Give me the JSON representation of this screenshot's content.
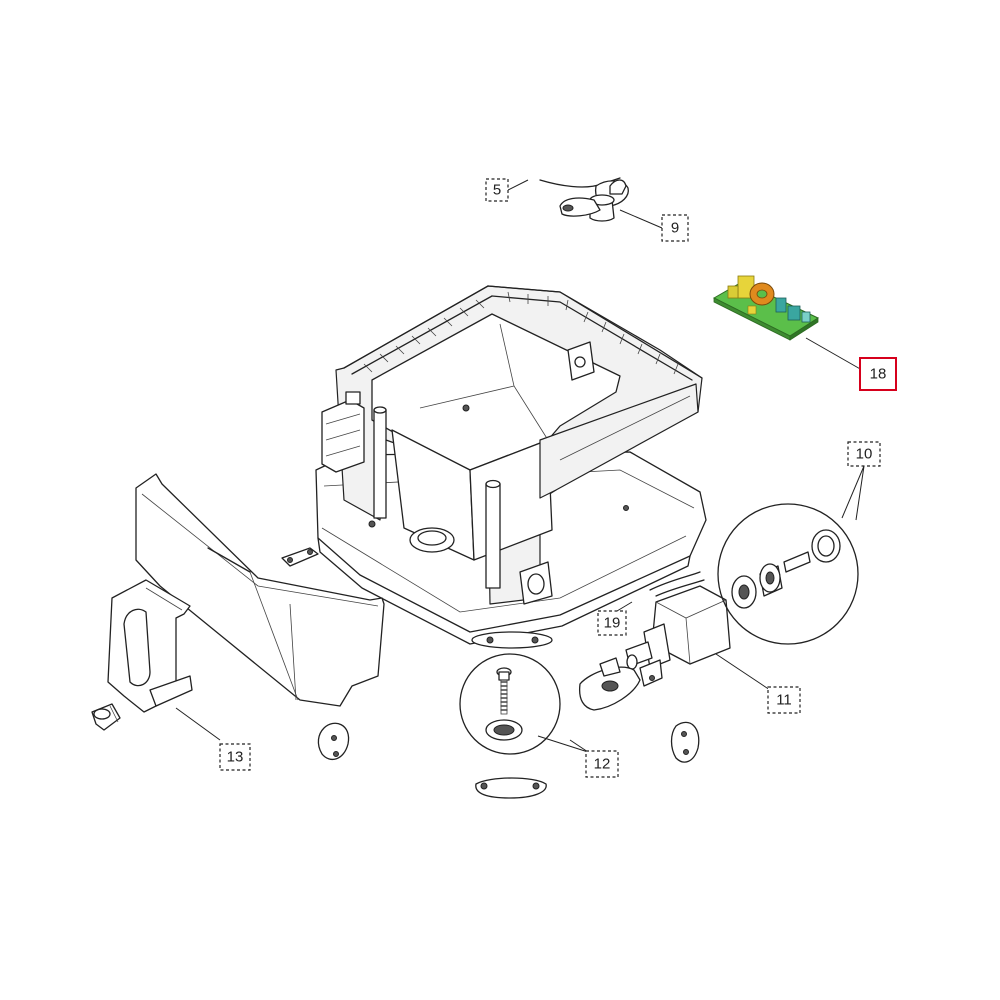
{
  "callouts": [
    {
      "id": "part-5",
      "label": "5"
    },
    {
      "id": "part-9",
      "label": "9"
    },
    {
      "id": "part-10",
      "label": "10"
    },
    {
      "id": "part-11",
      "label": "11"
    },
    {
      "id": "part-12",
      "label": "12"
    },
    {
      "id": "part-13",
      "label": "13"
    },
    {
      "id": "part-18",
      "label": "18",
      "highlighted": true
    },
    {
      "id": "part-19",
      "label": "19"
    }
  ],
  "colors": {
    "highlight": "#d6001c",
    "line": "#222222",
    "pcb_green": "#5bbf4a",
    "coil_orange": "#e08a1e",
    "capacitor_yellow": "#e7d43a",
    "connector_teal": "#3aa6a0"
  }
}
